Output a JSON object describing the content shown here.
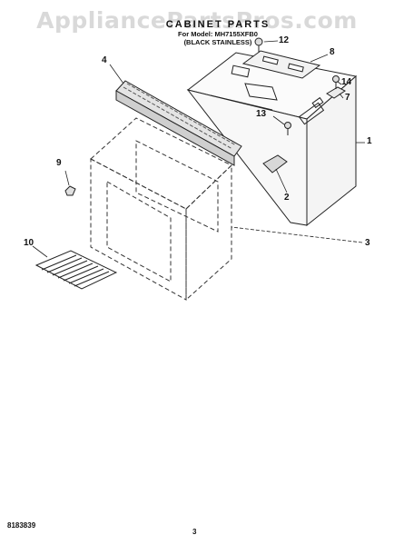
{
  "watermark": "AppliancePartsPros.com",
  "header": {
    "title": "CABINET PARTS",
    "subtitle": "For Model: MH7155XFB0",
    "variant": "(BLACK STAINLESS)"
  },
  "callouts": [
    "1",
    "2",
    "3",
    "4",
    "7",
    "8",
    "9",
    "10",
    "12",
    "13",
    "14"
  ],
  "footer": {
    "doc_number": "8183839",
    "page_number": "3"
  }
}
